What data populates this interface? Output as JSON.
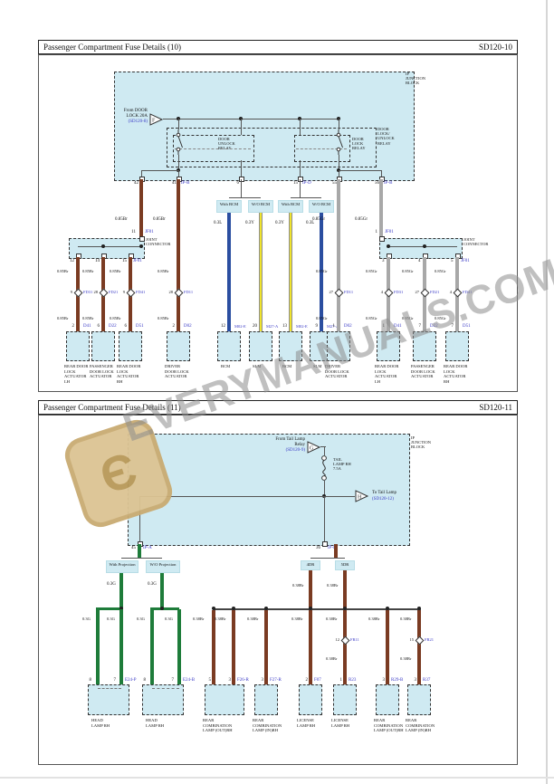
{
  "page": {
    "watermark_text": "EVERYMANUALS.COM",
    "watermark_glyph": "Є"
  },
  "colors": {
    "block_fill": "#cfeaf2",
    "brown": "#7a3b22",
    "gray": "#a8a8a8",
    "blue_wire": "#2b4ea0",
    "yellow_wire": "#efe32b",
    "green_wire": "#1e7c3a",
    "ref_blue": "#3a3ac6"
  },
  "d1": {
    "title": "Passenger Compartment Fuse Details (10)",
    "code": "SD120-10",
    "junction_block": "IP JUNCTION BLOCK",
    "source_label": "From DOOR LOCK 20A",
    "source_ref": "(SD120-8)",
    "source_letter": "F",
    "relay_outer": "DOOR LOCK/ UNLOCK RELAY",
    "relay_unlock": "DOOR UNLOCK RELAY",
    "relay_lock": "DOOR LOCK RELAY",
    "jb_pins": [
      {
        "n": "42",
        "id": ""
      },
      {
        "n": "41",
        "id": "IP-B"
      },
      {
        "n": "6",
        "id": ""
      },
      {
        "n": "15",
        "id": "IP-D"
      },
      {
        "n": "55",
        "id": ""
      },
      {
        "n": "56",
        "id": "IP-B"
      }
    ],
    "joint_left": {
      "label": "JOINT CONNECTOR",
      "in_pin": "11",
      "in_id": "JF01",
      "out": [
        "12",
        "14",
        "15"
      ],
      "out_id": "JF01"
    },
    "joint_right": {
      "label": "JOINT CONNECTOR",
      "in_pin": "1",
      "in_id": "JF01",
      "out": [
        "3",
        "4",
        "5"
      ],
      "out_id": "JF01"
    },
    "size_br": "0.85Br",
    "size_gr": "0.85Gr",
    "bcm_tags": [
      "With BCM",
      "W/O BCM",
      "With BCM",
      "W/O BCM"
    ],
    "left_cols": [
      {
        "size": "0.85Br",
        "inline_pin": "9",
        "inline_id": "FD31",
        "size2": "0.85Br",
        "pin": "2",
        "conn": "D41",
        "name": "REAR DOOR LOCK ACTUATOR LH"
      },
      {
        "size": "0.85Br",
        "inline_pin": "28",
        "inline_id": "FD21",
        "size2": "0.85Br",
        "pin": "6",
        "conn": "D22",
        "name": "PASSENGER DOOR LOCK ACTUATOR"
      },
      {
        "size": "0.85Br",
        "inline_pin": "9",
        "inline_id": "FD41",
        "size2": "0.85Br",
        "pin": "6",
        "conn": "D51",
        "name": "REAR DOOR LOCK ACTUATOR RH"
      },
      {
        "size": "0.85Br",
        "inline_pin": "28",
        "inline_id": "FD11",
        "size2": "0.85Br",
        "pin": "2",
        "conn": "D02",
        "name": "DRIVER DOOR LOCK ACTUATOR"
      }
    ],
    "mid_cols": [
      {
        "size": "0.3L",
        "pin": "12",
        "conn": "M02-E",
        "name": "BCM"
      },
      {
        "size": "0.3Y",
        "pin": "20",
        "conn": "M27-A",
        "name": "SLM"
      },
      {
        "size": "0.3Y",
        "pin": "13",
        "conn": "M02-E",
        "name": "BCM"
      },
      {
        "size": "0.3L",
        "pin": "9",
        "conn": "M27-A",
        "name": "SLM"
      }
    ],
    "right_cols": [
      {
        "size": "0.85Gr",
        "inline_pin": "27",
        "inline_id": "FD11",
        "size2": "0.85Gr",
        "pin": "1",
        "conn": "D02",
        "name": "DRIVER DOOR LOCK ACTUATOR"
      },
      {
        "size": "0.85Gr",
        "inline_pin": "4",
        "inline_id": "FD31",
        "size2": "0.85Gr",
        "pin": "1",
        "conn": "D41",
        "name": "REAR DOOR LOCK ACTUATOR LH"
      },
      {
        "size": "0.85Gr",
        "inline_pin": "27",
        "inline_id": "FD21",
        "size2": "0.85Gr",
        "pin": "7",
        "conn": "D22",
        "name": "PASSENGER DOOR LOCK ACTUATOR"
      },
      {
        "size": "0.85Gr",
        "inline_pin": "4",
        "inline_id": "FD41",
        "size2": "0.85Gr",
        "pin": "7",
        "conn": "D51",
        "name": "REAR DOOR LOCK ACTUATOR RH"
      }
    ]
  },
  "d2": {
    "title": "Passenger Compartment Fuse Details (11)",
    "code": "SD120-11",
    "junction_block": "IP JUNCTION BLOCK",
    "source_label": "From Tail Lamp Relay",
    "source_ref": "(SD120-9)",
    "source_letter": "G",
    "fuse_label": "TAIL LAMP RH 7.5A",
    "to_label": "To Tail Lamp",
    "to_ref": "(SD120-12)",
    "to_letter": "H",
    "jb_pins": [
      {
        "n": "45",
        "id": "IP-A"
      },
      {
        "n": "36",
        "id": "IP-B"
      }
    ],
    "proj_tags": [
      "With Projection",
      "W/O Projection"
    ],
    "dr_tags": [
      "4DR",
      "5DR"
    ],
    "size_g": "0.3G",
    "size_br": "0.38Br",
    "headlamps": [
      {
        "pin_a": "8",
        "pin_b": "7",
        "conn": "E24-P",
        "name": "HEAD LAMP RH"
      },
      {
        "pin_a": "8",
        "pin_b": "7",
        "conn": "E24-B",
        "name": "HEAD LAMP RH"
      }
    ],
    "rear_drops": [
      {
        "pin": "5",
        "conn": ""
      },
      {
        "pin": "3",
        "conn": "F26-R"
      },
      {
        "pin": "3",
        "conn": "F27-R"
      },
      {
        "pin": "2",
        "conn": "F07"
      },
      {
        "inline_pin": "12",
        "inline_id": "FR11",
        "pin": "1",
        "conn": "R23"
      },
      {
        "pin": "3",
        "conn": "R29-B"
      },
      {
        "inline_pin": "15",
        "inline_id": "FR21",
        "pin": "3",
        "conn": "R37"
      }
    ],
    "rear_boxes": [
      {
        "name": "REAR COMBINATION LAMP (OUT)RH"
      },
      {
        "name": "REAR COMBINATION LAMP (IN)RH"
      },
      {
        "name": "LICENSE LAMP RH"
      },
      {
        "name": "LICENSE LAMP RH"
      },
      {
        "name": "REAR COMBINATION LAMP (OUT)RH"
      },
      {
        "name": "REAR COMBINATION LAMP (IN)RH"
      }
    ]
  }
}
